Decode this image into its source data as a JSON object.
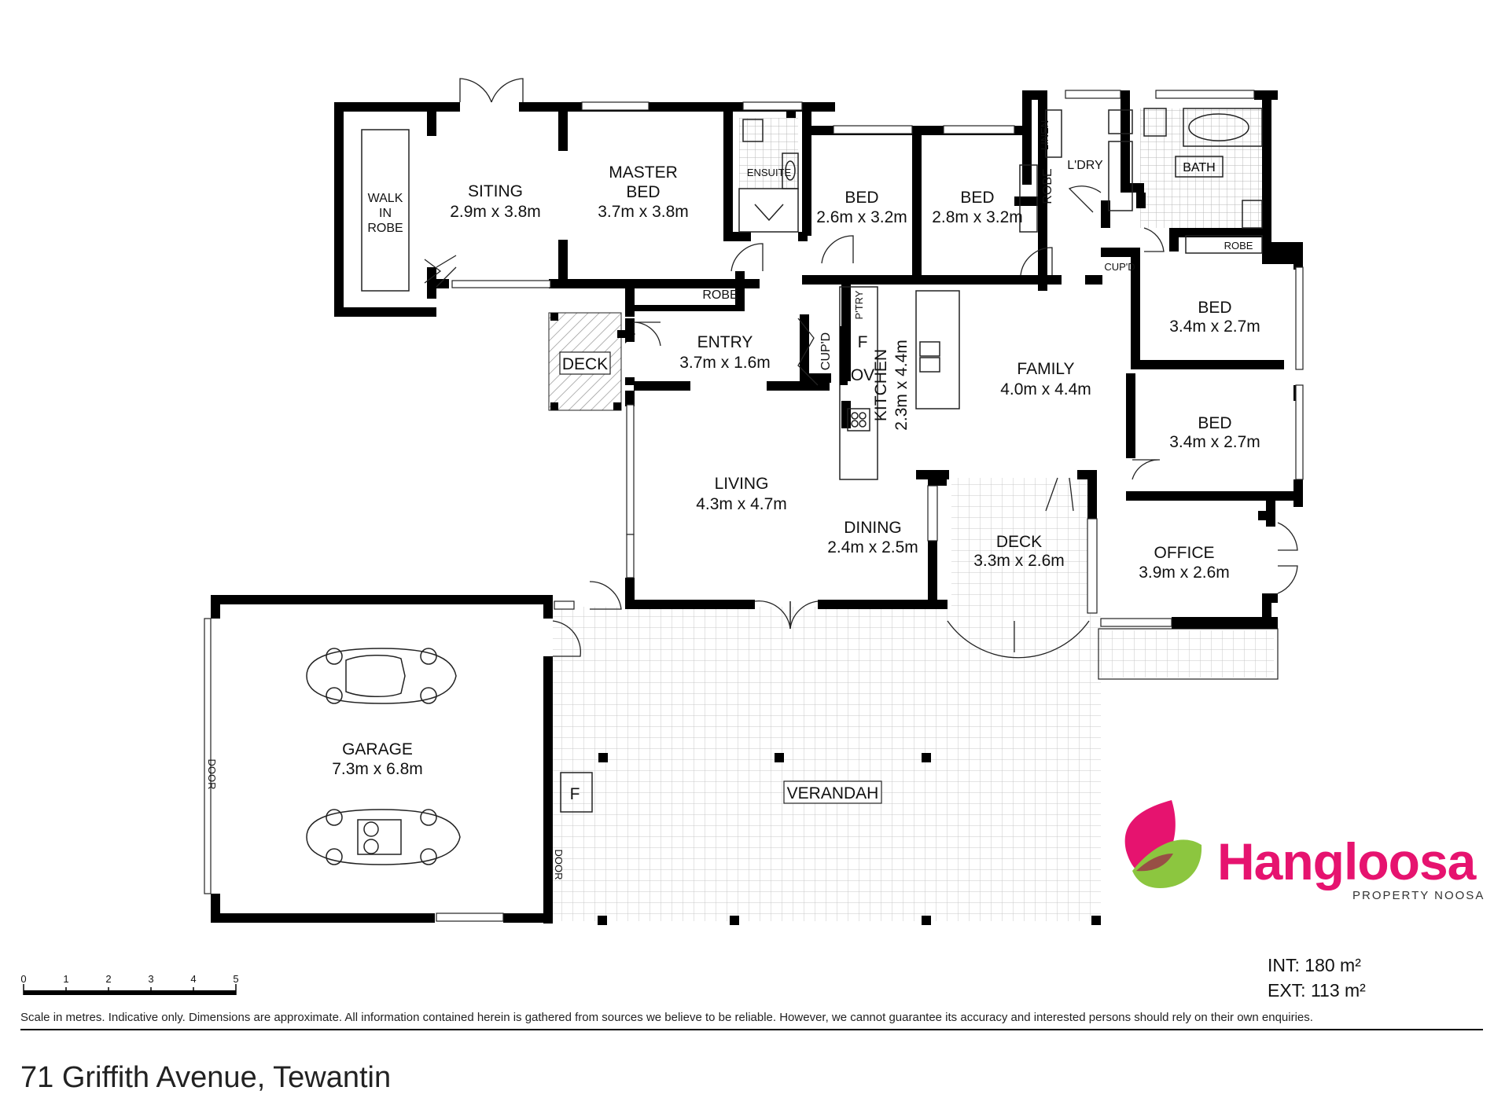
{
  "rooms": {
    "walk_in_robe": [
      "WALK",
      "IN",
      "ROBE"
    ],
    "siting": {
      "name": "SITING",
      "size": "2.9m x 3.8m"
    },
    "master_bed": {
      "name": [
        "MASTER",
        "BED"
      ],
      "size": "3.7m x 3.8m"
    },
    "ensuite": "ENSUITE",
    "bed1": {
      "name": "BED",
      "size": "2.6m x 3.2m"
    },
    "bed2": {
      "name": "BED",
      "size": "2.8m x 3.2m"
    },
    "linen": "LINEN",
    "robe_vertical": "ROBE",
    "laundry": "L'DRY",
    "bath": "BATH",
    "robe_top_right": "ROBE",
    "cupd_small": "CUP'D",
    "bed3": {
      "name": "BED",
      "size": "3.4m x 2.7m"
    },
    "bed4": {
      "name": "BED",
      "size": "3.4m x 2.7m"
    },
    "robe_master": "ROBE",
    "deck_small": "DECK",
    "entry": {
      "name": "ENTRY",
      "size": "3.7m x 1.6m"
    },
    "cupd_entry": "CUP'D",
    "pantry": "P'TRY",
    "fridge_kitchen": "F",
    "oven": "OV",
    "kitchen": {
      "name": "KITCHEN",
      "size": "2.3m x 4.4m"
    },
    "family": {
      "name": "FAMILY",
      "size": "4.0m x 4.4m"
    },
    "living": {
      "name": "LIVING",
      "size": "4.3m x 4.7m"
    },
    "dining": {
      "name": "DINING",
      "size": "2.4m x 2.5m"
    },
    "deck_large": {
      "name": "DECK",
      "size": "3.3m x 2.6m"
    },
    "office": {
      "name": "OFFICE",
      "size": "3.9m x 2.6m"
    },
    "garage": {
      "name": "GARAGE",
      "size": "7.3m x 6.8m"
    },
    "fridge_garage": "F",
    "verandah": "VERANDAH",
    "garage_door": "DOOR"
  },
  "scale": {
    "ticks": [
      "0",
      "1",
      "2",
      "3",
      "4",
      "5"
    ]
  },
  "area": {
    "internal": "INT: 180 m²",
    "external": "EXT: 113 m²"
  },
  "disclaimer": "Scale in metres. Indicative only. Dimensions are approximate. All information contained herein is gathered from sources we believe to be reliable. However, we cannot guarantee its accuracy and interested persons should rely on their own enquiries.",
  "address": "71 Griffith Avenue, Tewantin",
  "logo": {
    "brand_part1": "Hang",
    "brand_part2": "loosa",
    "tagline": "PROPERTY NOOSA",
    "colors": {
      "pink": "#e6136f",
      "green": "#8cc63f"
    }
  },
  "colors": {
    "wall": "#000000",
    "tile": "#cfcfcf",
    "deck_hatch": "#9a9a9a"
  }
}
